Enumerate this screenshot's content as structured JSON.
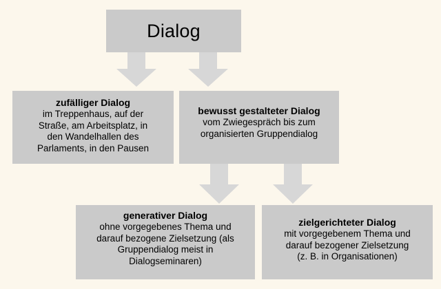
{
  "title": "Dialog",
  "boxes": {
    "zufaellig": {
      "heading": "zufälliger Dialog",
      "text": "im Treppenhaus, auf der\nStraße, am Arbeitsplatz, in\nden Wandelhallen des\nParlaments, in den Pausen"
    },
    "bewusst": {
      "heading": "bewusst gestalteter Dialog",
      "text": "vom Zwiegespräch bis zum\norganisierten Gruppendialog"
    },
    "generativ": {
      "heading": "generativer Dialog",
      "text": "ohne vorgegebenes Thema und\ndarauf bezogene Zielsetzung (als\nGruppendialog meist in\nDialogseminaren)"
    },
    "ziel": {
      "heading": "zielgerichteter Dialog",
      "text": "mit vorgegebenem Thema und\ndarauf bezogener Zielsetzung\n(z. B. in Organisationen)"
    }
  },
  "colors": {
    "background": "#fcf7ec",
    "box_fill": "#dcdcdc",
    "box_dots": "#c4c4c4"
  }
}
